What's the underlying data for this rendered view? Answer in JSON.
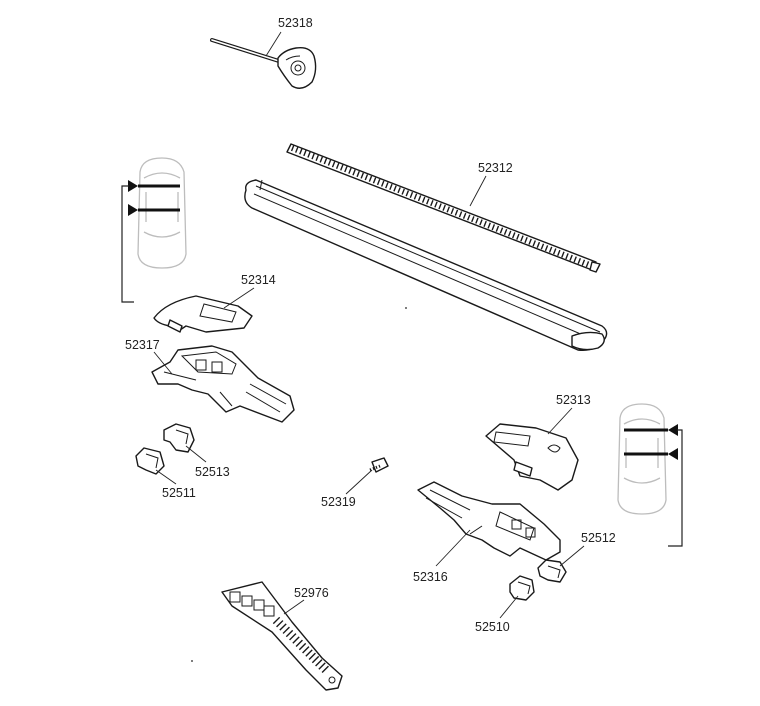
{
  "parts": {
    "p52318": "52318",
    "p52312": "52312",
    "p52314": "52314",
    "p52317": "52317",
    "p52513": "52513",
    "p52511": "52511",
    "p52313": "52313",
    "p52319": "52319",
    "p52512": "52512",
    "p52316": "52316",
    "p52510": "52510",
    "p52976": "52976"
  }
}
